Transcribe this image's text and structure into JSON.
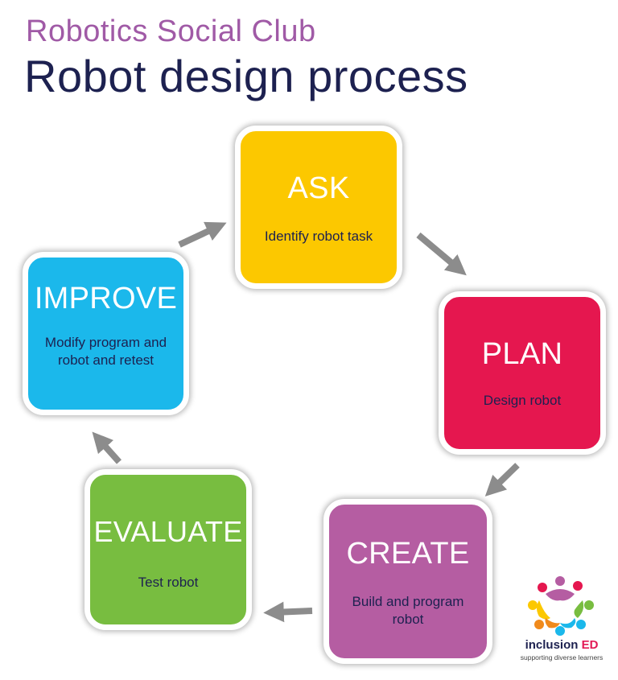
{
  "header": {
    "subtitle": "Robotics Social Club",
    "title": "Robot design process"
  },
  "steps": [
    {
      "title": "ASK",
      "description": "Identify robot task",
      "color": "#fcc800",
      "text_color": "#ffffff",
      "desc_color": "#1d2150"
    },
    {
      "title": "PLAN",
      "description": "Design robot",
      "color": "#e5174f",
      "text_color": "#ffffff",
      "desc_color": "#1d2150"
    },
    {
      "title": "CREATE",
      "description": "Build and program robot",
      "color": "#b55da2",
      "text_color": "#ffffff",
      "desc_color": "#1d2150"
    },
    {
      "title": "EVALUATE",
      "description": "Test  robot",
      "color": "#78bd40",
      "text_color": "#ffffff",
      "desc_color": "#1d2150"
    },
    {
      "title": "IMPROVE",
      "description": "Modify program and robot and retest",
      "color": "#1bb8eb",
      "text_color": "#ffffff",
      "desc_color": "#1d2150"
    }
  ],
  "arrow_color": "#8c8c8c",
  "logo": {
    "name_main": "inclusion",
    "name_accent": "ED",
    "tagline": "supporting diverse learners"
  }
}
